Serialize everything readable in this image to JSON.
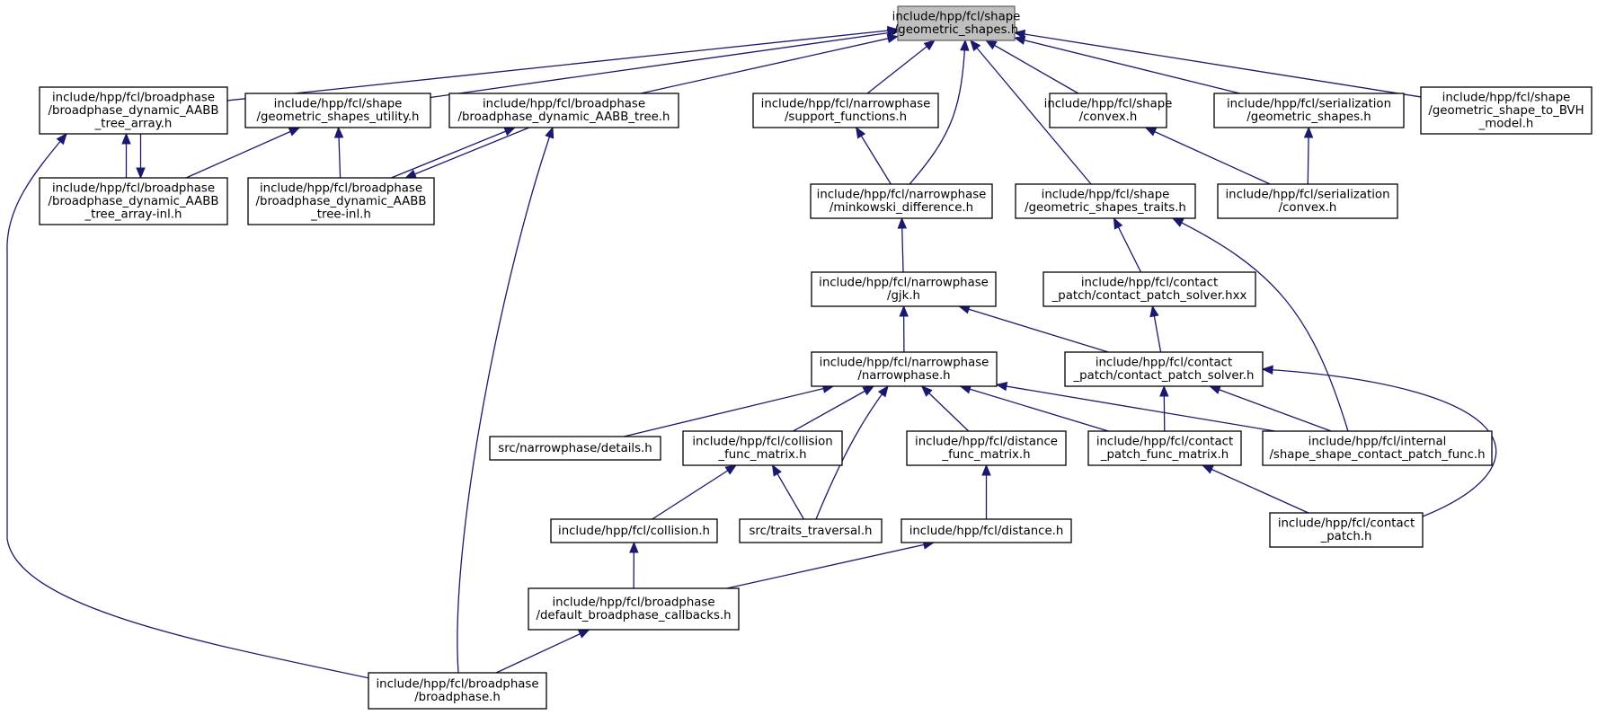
{
  "graph": {
    "nodes": [
      {
        "id": "n0",
        "lines": [
          "include/hpp/fcl/shape",
          "/geometric_shapes.h"
        ],
        "root": true
      },
      {
        "id": "n1",
        "lines": [
          "include/hpp/fcl/broadphase",
          "/broadphase_dynamic_AABB",
          "_tree_array.h"
        ]
      },
      {
        "id": "n2",
        "lines": [
          "include/hpp/fcl/shape",
          "/geometric_shapes_utility.h"
        ]
      },
      {
        "id": "n3",
        "lines": [
          "include/hpp/fcl/broadphase",
          "/broadphase_dynamic_AABB_tree.h"
        ]
      },
      {
        "id": "n4",
        "lines": [
          "include/hpp/fcl/narrowphase",
          "/support_functions.h"
        ]
      },
      {
        "id": "n5",
        "lines": [
          "include/hpp/fcl/shape",
          "/convex.h"
        ]
      },
      {
        "id": "n6",
        "lines": [
          "include/hpp/fcl/serialization",
          "/geometric_shapes.h"
        ]
      },
      {
        "id": "n7",
        "lines": [
          "include/hpp/fcl/shape",
          "/geometric_shape_to_BVH",
          "_model.h"
        ]
      },
      {
        "id": "n8",
        "lines": [
          "include/hpp/fcl/broadphase",
          "/broadphase_dynamic_AABB",
          "_tree_array-inl.h"
        ]
      },
      {
        "id": "n9",
        "lines": [
          "include/hpp/fcl/broadphase",
          "/broadphase_dynamic_AABB",
          "_tree-inl.h"
        ]
      },
      {
        "id": "n10",
        "lines": [
          "include/hpp/fcl/narrowphase",
          "/minkowski_difference.h"
        ]
      },
      {
        "id": "n11",
        "lines": [
          "include/hpp/fcl/shape",
          "/geometric_shapes_traits.h"
        ]
      },
      {
        "id": "n12",
        "lines": [
          "include/hpp/fcl/serialization",
          "/convex.h"
        ]
      },
      {
        "id": "n13",
        "lines": [
          "include/hpp/fcl/narrowphase",
          "/gjk.h"
        ]
      },
      {
        "id": "n14",
        "lines": [
          "include/hpp/fcl/contact",
          "_patch/contact_patch_solver.hxx"
        ]
      },
      {
        "id": "n15",
        "lines": [
          "include/hpp/fcl/narrowphase",
          "/narrowphase.h"
        ]
      },
      {
        "id": "n16",
        "lines": [
          "include/hpp/fcl/contact",
          "_patch/contact_patch_solver.h"
        ]
      },
      {
        "id": "n17",
        "lines": [
          "src/narrowphase/details.h"
        ]
      },
      {
        "id": "n18",
        "lines": [
          "include/hpp/fcl/collision",
          "_func_matrix.h"
        ]
      },
      {
        "id": "n19",
        "lines": [
          "include/hpp/fcl/distance",
          "_func_matrix.h"
        ]
      },
      {
        "id": "n20",
        "lines": [
          "include/hpp/fcl/contact",
          "_patch_func_matrix.h"
        ]
      },
      {
        "id": "n21",
        "lines": [
          "include/hpp/fcl/internal",
          "/shape_shape_contact_patch_func.h"
        ]
      },
      {
        "id": "n22",
        "lines": [
          "include/hpp/fcl/collision.h"
        ]
      },
      {
        "id": "n23",
        "lines": [
          "src/traits_traversal.h"
        ]
      },
      {
        "id": "n24",
        "lines": [
          "include/hpp/fcl/distance.h"
        ]
      },
      {
        "id": "n25",
        "lines": [
          "include/hpp/fcl/contact",
          "_patch.h"
        ]
      },
      {
        "id": "n26",
        "lines": [
          "include/hpp/fcl/broadphase",
          "/default_broadphase_callbacks.h"
        ]
      },
      {
        "id": "n27",
        "lines": [
          "include/hpp/fcl/broadphase",
          "/broadphase.h"
        ]
      }
    ],
    "edges": [
      {
        "from": "n1",
        "to": "n0"
      },
      {
        "from": "n2",
        "to": "n0"
      },
      {
        "from": "n3",
        "to": "n0"
      },
      {
        "from": "n4",
        "to": "n0"
      },
      {
        "from": "n10",
        "to": "n0"
      },
      {
        "from": "n11",
        "to": "n0"
      },
      {
        "from": "n5",
        "to": "n0"
      },
      {
        "from": "n6",
        "to": "n0"
      },
      {
        "from": "n7",
        "to": "n0"
      },
      {
        "from": "n8",
        "to": "n1"
      },
      {
        "from": "n1",
        "to": "n8"
      },
      {
        "from": "n27",
        "to": "n1"
      },
      {
        "from": "n8",
        "to": "n2"
      },
      {
        "from": "n9",
        "to": "n2"
      },
      {
        "from": "n9",
        "to": "n3"
      },
      {
        "from": "n3",
        "to": "n9"
      },
      {
        "from": "n27",
        "to": "n3"
      },
      {
        "from": "n10",
        "to": "n4"
      },
      {
        "from": "n12",
        "to": "n5"
      },
      {
        "from": "n12",
        "to": "n6"
      },
      {
        "from": "n13",
        "to": "n10"
      },
      {
        "from": "n14",
        "to": "n11"
      },
      {
        "from": "n21",
        "to": "n11"
      },
      {
        "from": "n15",
        "to": "n13"
      },
      {
        "from": "n16",
        "to": "n13"
      },
      {
        "from": "n16",
        "to": "n14"
      },
      {
        "from": "n17",
        "to": "n15"
      },
      {
        "from": "n18",
        "to": "n15"
      },
      {
        "from": "n23",
        "to": "n15"
      },
      {
        "from": "n19",
        "to": "n15"
      },
      {
        "from": "n20",
        "to": "n15"
      },
      {
        "from": "n21",
        "to": "n15"
      },
      {
        "from": "n20",
        "to": "n16"
      },
      {
        "from": "n21",
        "to": "n16"
      },
      {
        "from": "n25",
        "to": "n16"
      },
      {
        "from": "n22",
        "to": "n18"
      },
      {
        "from": "n23",
        "to": "n18"
      },
      {
        "from": "n24",
        "to": "n19"
      },
      {
        "from": "n25",
        "to": "n20"
      },
      {
        "from": "n26",
        "to": "n22"
      },
      {
        "from": "n26",
        "to": "n24"
      },
      {
        "from": "n27",
        "to": "n26"
      }
    ]
  }
}
